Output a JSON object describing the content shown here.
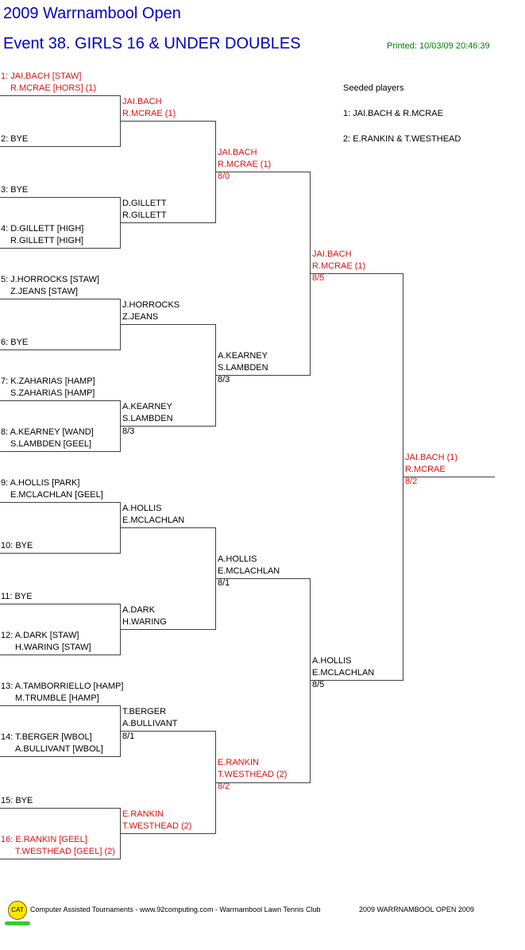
{
  "header": {
    "title": "2009 Warrnambool Open",
    "event": "Event 38. GIRLS 16 & UNDER DOUBLES",
    "printed": "Printed: 10/03/09 20:46:39"
  },
  "seeded": {
    "heading": "Seeded players",
    "items": [
      "1: JAI.BACH & R.MCRAE",
      "2: E.RANKIN & T.WESTHEAD"
    ]
  },
  "round1": [
    {
      "line1": "1: JAI.BACH [STAW]",
      "line2": "R.MCRAE [HORS] (1)"
    },
    {
      "line1": "2: BYE",
      "line2": ""
    },
    {
      "line1": "3: BYE",
      "line2": ""
    },
    {
      "line1": "4: D.GILLETT [HIGH]",
      "line2": "R.GILLETT [HIGH]"
    },
    {
      "line1": "5: J.HORROCKS [STAW]",
      "line2": "Z.JEANS [STAW]"
    },
    {
      "line1": "6: BYE",
      "line2": ""
    },
    {
      "line1": "7: K.ZAHARIAS [HAMP]",
      "line2": "S.ZAHARIAS [HAMP]"
    },
    {
      "line1": "8: A.KEARNEY [WAND]",
      "line2": "S.LAMBDEN [GEEL]"
    },
    {
      "line1": "9: A.HOLLIS [PARK]",
      "line2": "E.MCLACHLAN [GEEL]"
    },
    {
      "line1": "10: BYE",
      "line2": ""
    },
    {
      "line1": "11: BYE",
      "line2": ""
    },
    {
      "line1": "12: A.DARK [STAW]",
      "line2": "H.WARING [STAW]"
    },
    {
      "line1": "13: A.TAMBORRIELLO [HAMP]",
      "line2": "M.TRUMBLE [HAMP]"
    },
    {
      "line1": "14: T.BERGER [WBOL]",
      "line2": "A.BULLIVANT [WBOL]"
    },
    {
      "line1": "15: BYE",
      "line2": ""
    },
    {
      "line1": "16: E.RANKIN [GEEL]",
      "line2": "T.WESTHEAD [GEEL] (2)"
    }
  ],
  "round2": [
    {
      "line1": "JAI.BACH",
      "line2": "R.MCRAE (1)",
      "score": ""
    },
    {
      "line1": "D.GILLETT",
      "line2": "R.GILLETT",
      "score": ""
    },
    {
      "line1": "J.HORROCKS",
      "line2": "Z.JEANS",
      "score": ""
    },
    {
      "line1": "A.KEARNEY",
      "line2": "S.LAMBDEN",
      "score": "8/3"
    },
    {
      "line1": "A.HOLLIS",
      "line2": "E.MCLACHLAN",
      "score": ""
    },
    {
      "line1": "A.DARK",
      "line2": "H.WARING",
      "score": ""
    },
    {
      "line1": "T.BERGER",
      "line2": "A.BULLIVANT",
      "score": "8/1"
    },
    {
      "line1": "E.RANKIN",
      "line2": "T.WESTHEAD (2)",
      "score": ""
    }
  ],
  "round3": [
    {
      "line1": "JAI.BACH",
      "line2": "R.MCRAE (1)",
      "score": "8/0"
    },
    {
      "line1": "A.KEARNEY",
      "line2": "S.LAMBDEN",
      "score": "8/3"
    },
    {
      "line1": "A.HOLLIS",
      "line2": "E.MCLACHLAN",
      "score": "8/1"
    },
    {
      "line1": "E.RANKIN",
      "line2": "T.WESTHEAD (2)",
      "score": "8/2"
    }
  ],
  "round4": [
    {
      "line1": "JAI.BACH",
      "line2": "R.MCRAE (1)",
      "score": "8/5"
    },
    {
      "line1": "A.HOLLIS",
      "line2": "E.MCLACHLAN",
      "score": "8/5"
    }
  ],
  "final": {
    "line1": "JAI.BACH (1)",
    "line2": "R.MCRAE",
    "score": "8/2"
  },
  "footer": {
    "logo": "CAT",
    "credit": "Computer Assisted Tournaments - www.92computing.com -  Warrnambool Lawn Tennis Club",
    "event_name": "2009 WARRNAMBOOL OPEN 2009"
  },
  "colors": {
    "title": "#0000c8",
    "seed": "#e01010",
    "printed": "#008000",
    "line": "#404040"
  }
}
